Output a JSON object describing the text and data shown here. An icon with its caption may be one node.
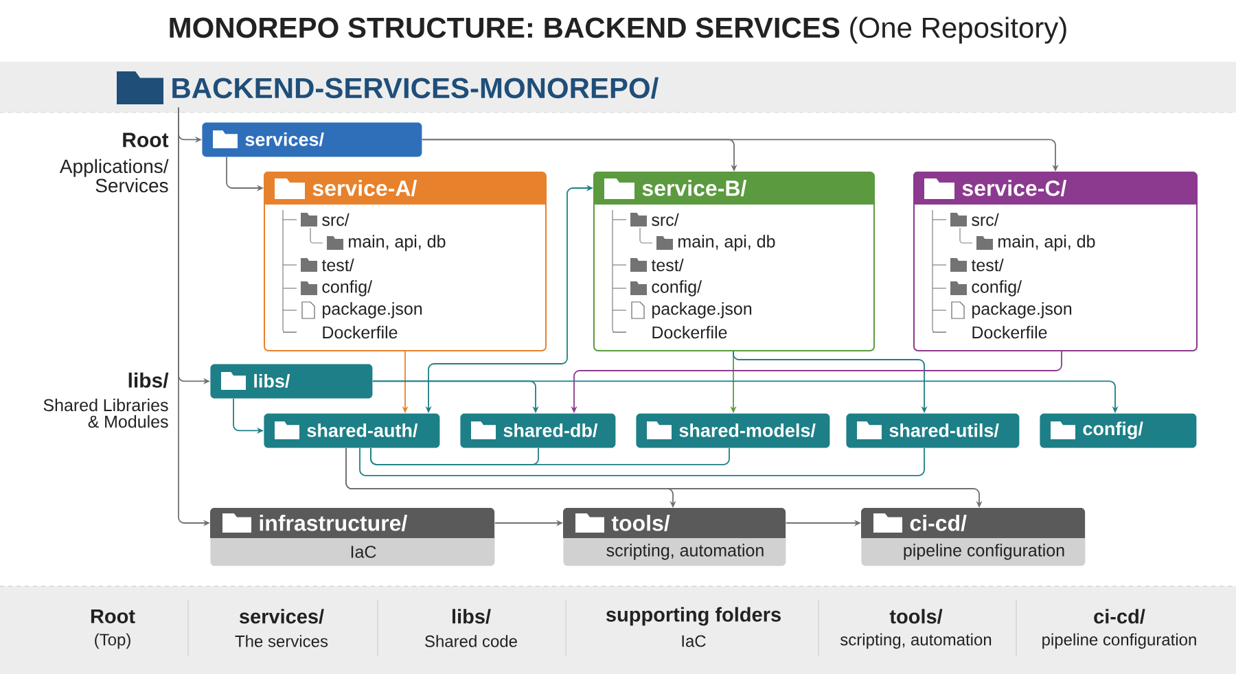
{
  "diagram": {
    "title": "**MONOREPO STRUCTURE: BACKEND SERVICES** (One Repository)",
    "nodes": [
      {
        "text": [
          "BACKEND-SERVICES-MONOREPO/"
        ]
      },
      {
        "text": [
          "services/"
        ]
      },
      {
        "text": [
          "service-A/",
          "src/",
          "main, api, db",
          "test/",
          "config/",
          "package.json",
          "Dockerfile"
        ]
      },
      {
        "text": [
          "service-B/",
          "src/",
          "main, api, db",
          "test/",
          "config/",
          "package.json",
          "Dockerfile"
        ]
      },
      {
        "text": [
          "service-C/",
          "src/",
          "main, api, db",
          "test/",
          "config/",
          "package.json",
          "Dockerfile"
        ]
      },
      {
        "text": [
          "libs/"
        ]
      },
      {
        "text": [
          "shared-auth/"
        ]
      },
      {
        "text": [
          "shared-db/"
        ]
      },
      {
        "text": [
          "shared-models/"
        ]
      },
      {
        "text": [
          "shared-utils/"
        ]
      },
      {
        "text": [
          "config/"
        ]
      },
      {
        "text": [
          "infrastructure/",
          "IaC"
        ]
      },
      {
        "text": [
          "tools/",
          "scripting, automation"
        ]
      },
      {
        "text": [
          "ci-cd/",
          "pipeline configuration"
        ]
      }
    ],
    "edges": [
      {
        "from": 0,
        "to": 1,
        "arrow": "to"
      },
      {
        "from": 0,
        "to": 5,
        "arrow": "to"
      },
      {
        "from": 0,
        "to": 11,
        "arrow": "to"
      },
      {
        "from": 1,
        "to": 2,
        "arrow": "to"
      },
      {
        "from": 1,
        "to": 3,
        "arrow": "to"
      },
      {
        "from": 1,
        "to": 4,
        "arrow": "to"
      },
      {
        "from": 2,
        "to": 6,
        "arrow": "to",
        "color": "#e8812b"
      },
      {
        "from": 6,
        "to": 3,
        "arrow": "both",
        "color": "#1d7f87"
      },
      {
        "from": 3,
        "to": 8,
        "arrow": "to",
        "color": "#5b9a3f"
      },
      {
        "from": 3,
        "to": 9,
        "arrow": "to",
        "color": "#1d7f87"
      },
      {
        "from": 4,
        "to": 7,
        "arrow": "to",
        "color": "#8b3a8f"
      },
      {
        "from": 5,
        "to": 6,
        "arrow": "to",
        "color": "#1d7f87"
      },
      {
        "from": 5,
        "to": 7,
        "arrow": "to",
        "color": "#1d7f87"
      },
      {
        "from": 5,
        "to": 10,
        "arrow": "to",
        "color": "#1d7f87"
      },
      {
        "from": 6,
        "to": 7,
        "arrow": "none",
        "color": "#1d7f87"
      },
      {
        "from": 6,
        "to": 8,
        "arrow": "none",
        "color": "#1d7f87"
      },
      {
        "from": 6,
        "to": 9,
        "arrow": "none",
        "color": "#1d7f87"
      },
      {
        "from": 6,
        "to": 12,
        "arrow": "to"
      },
      {
        "from": 6,
        "to": 13,
        "arrow": "to"
      },
      {
        "from": 11,
        "to": 12,
        "arrow": "to"
      },
      {
        "from": 12,
        "to": 13,
        "arrow": "to"
      }
    ],
    "labels": [
      "Root",
      "Applications/ Services",
      "libs/",
      "Shared Libraries & Modules",
      "Root",
      "(Top)",
      "services/",
      "The services",
      "libs/",
      "Shared code",
      "supporting folders",
      "IaC",
      "tools/",
      "scripting, automation",
      "ci-cd/",
      "pipeline configuration"
    ]
  }
}
